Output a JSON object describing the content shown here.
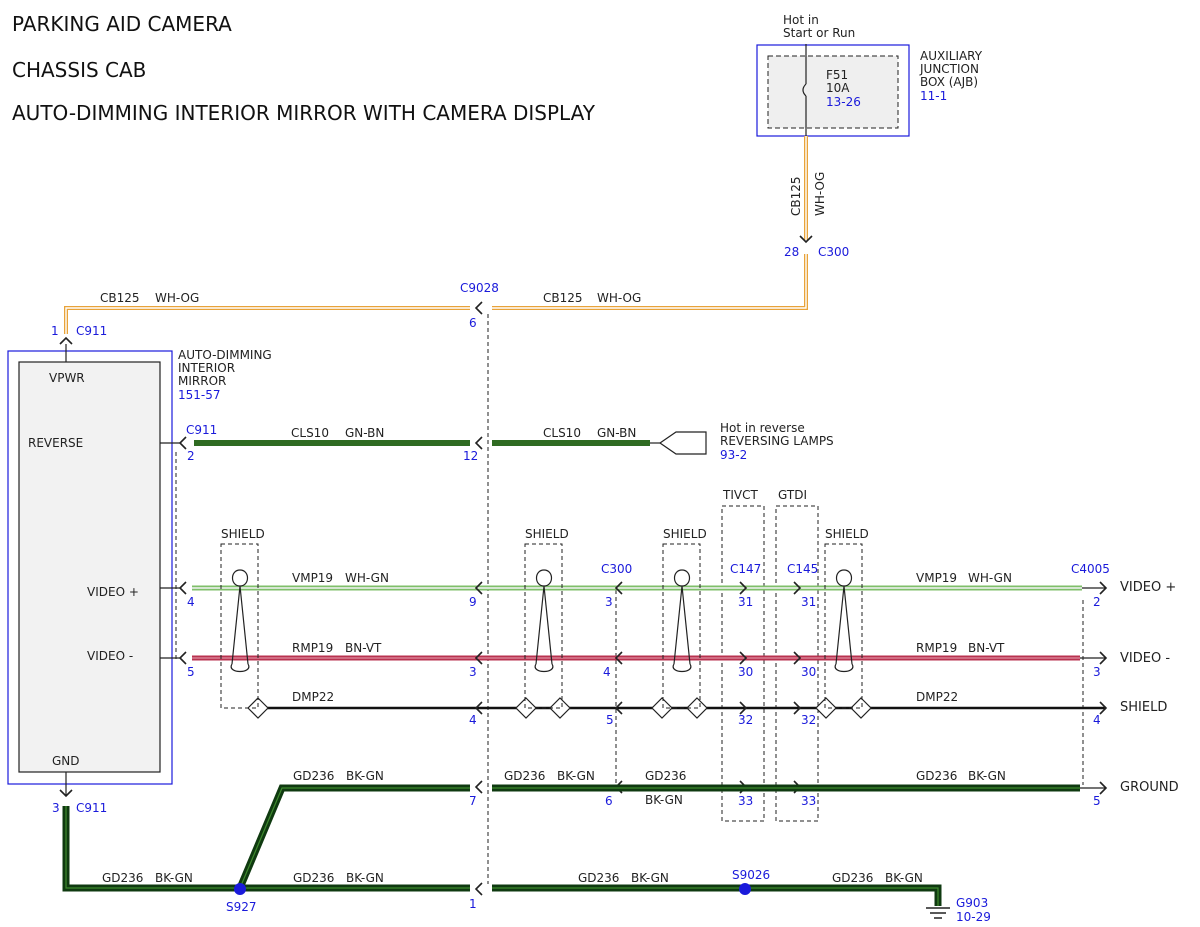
{
  "titles": {
    "line1": "PARKING AID CAMERA",
    "line2": "CHASSIS CAB",
    "line3": "AUTO-DIMMING INTERIOR MIRROR WITH CAMERA DISPLAY"
  },
  "ajb": {
    "hot_line1": "Hot in",
    "hot_line2": "Start or Run",
    "fuse": "F51",
    "amps": "10A",
    "fuse_ref": "13-26",
    "name1": "AUXILIARY",
    "name2": "JUNCTION",
    "name3": "BOX (AJB)",
    "ref": "11-1"
  },
  "mirror": {
    "name1": "AUTO-DIMMING",
    "name2": "INTERIOR",
    "name3": "MIRROR",
    "ref": "151-57",
    "pins": {
      "vpwr": "VPWR",
      "reverse": "REVERSE",
      "video_pos": "VIDEO +",
      "video_neg": "VIDEO -",
      "gnd": "GND"
    }
  },
  "connectors": {
    "c911": "C911",
    "c9028": "C9028",
    "c300": "C300",
    "c147": "C147",
    "c145": "C145",
    "c4005": "C4005"
  },
  "circuits": {
    "cb125": "CB125",
    "wh_og": "WH-OG",
    "cls10": "CLS10",
    "gn_bn": "GN-BN",
    "vmp19": "VMP19",
    "wh_gn": "WH-GN",
    "rmp19": "RMP19",
    "bn_vt": "BN-VT",
    "dmp22": "DMP22",
    "gd236": "GD236",
    "bk_gn": "BK-GN"
  },
  "reverse_source": {
    "line1": "Hot in reverse",
    "line2": "REVERSING LAMPS",
    "ref": "93-2"
  },
  "shield_label": "SHIELD",
  "engine_variants": {
    "tivct": "TIVCT",
    "gtdi": "GTDI"
  },
  "outputs": {
    "video_pos": "VIDEO +",
    "video_neg": "VIDEO -",
    "shield": "SHIELD",
    "ground": "GROUND"
  },
  "splices": {
    "s927": "S927",
    "s9026": "S9026"
  },
  "ground": {
    "name": "G903",
    "ref": "10-29"
  },
  "pins": {
    "p1": "1",
    "p2": "2",
    "p3": "3",
    "p4": "4",
    "p5": "5",
    "p6": "6",
    "p7": "7",
    "p9": "9",
    "p12": "12",
    "p28": "28",
    "p30": "30",
    "p31": "31",
    "p32": "32",
    "p33": "33"
  },
  "colors": {
    "wh_og_orange": "#e8a33a",
    "gn_bn_green": "#2f6b22",
    "wh_gn_green": "#7fbf6a",
    "bn_vt_red": "#b8324f",
    "bk_gn_dark": "#0f3a10",
    "connector_blue": "#1a1adb"
  }
}
